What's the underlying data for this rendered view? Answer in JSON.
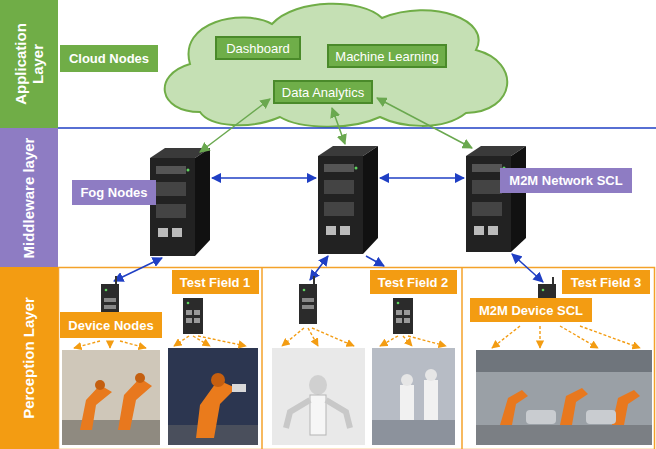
{
  "diagram": {
    "nodes": [
      {
        "text": [
          "Application Layer"
        ]
      },
      {
        "text": [
          "Cloud Nodes"
        ]
      },
      {
        "text": [
          "Dashboard"
        ]
      },
      {
        "text": [
          "Machine Learning"
        ]
      },
      {
        "text": [
          "Data Analytics"
        ]
      },
      {
        "text": [
          "Middleware layer"
        ]
      },
      {
        "text": [
          "Fog Nodes"
        ]
      },
      {
        "text": [
          "M2M Network SCL"
        ]
      },
      {
        "text": [
          "Perception Layer"
        ]
      },
      {
        "text": [
          "Test Field 1"
        ]
      },
      {
        "text": [
          "Device Nodes"
        ]
      },
      {
        "text": [
          "Test Field 2"
        ]
      },
      {
        "text": [
          "Test Field 3"
        ]
      },
      {
        "text": [
          "M2M Device SCL"
        ]
      }
    ]
  }
}
